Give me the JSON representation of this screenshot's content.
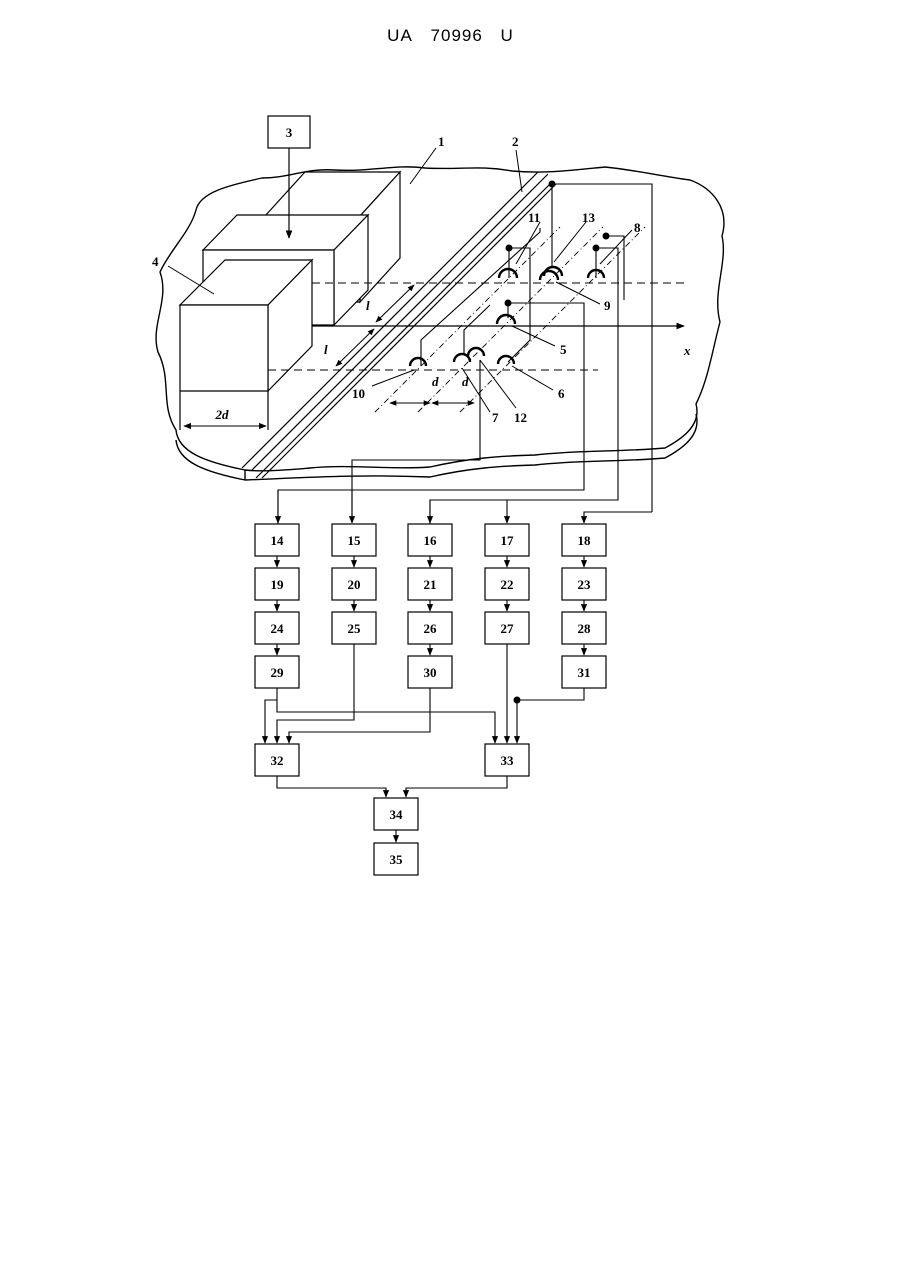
{
  "header": {
    "country": "UA",
    "number": "70996",
    "kind": "U"
  },
  "figure": {
    "callouts": {
      "c1": "1",
      "c2": "2",
      "c3": "3",
      "c4": "4",
      "c5": "5",
      "c6": "6",
      "c7": "7",
      "c8": "8",
      "c9": "9",
      "c10": "10",
      "c11": "11",
      "c12": "12",
      "c13": "13"
    },
    "dims": {
      "l_top": "l",
      "l_bottom": "l",
      "d1": "d",
      "d2": "d",
      "two_d": "2d",
      "axis_x": "x"
    }
  },
  "blocks": {
    "b3": "3",
    "b14": "14",
    "b15": "15",
    "b16": "16",
    "b17": "17",
    "b18": "18",
    "b19": "19",
    "b20": "20",
    "b21": "21",
    "b22": "22",
    "b23": "23",
    "b24": "24",
    "b25": "25",
    "b26": "26",
    "b27": "27",
    "b28": "28",
    "b29": "29",
    "b30": "30",
    "b31": "31",
    "b32": "32",
    "b33": "33",
    "b34": "34",
    "b35": "35"
  }
}
